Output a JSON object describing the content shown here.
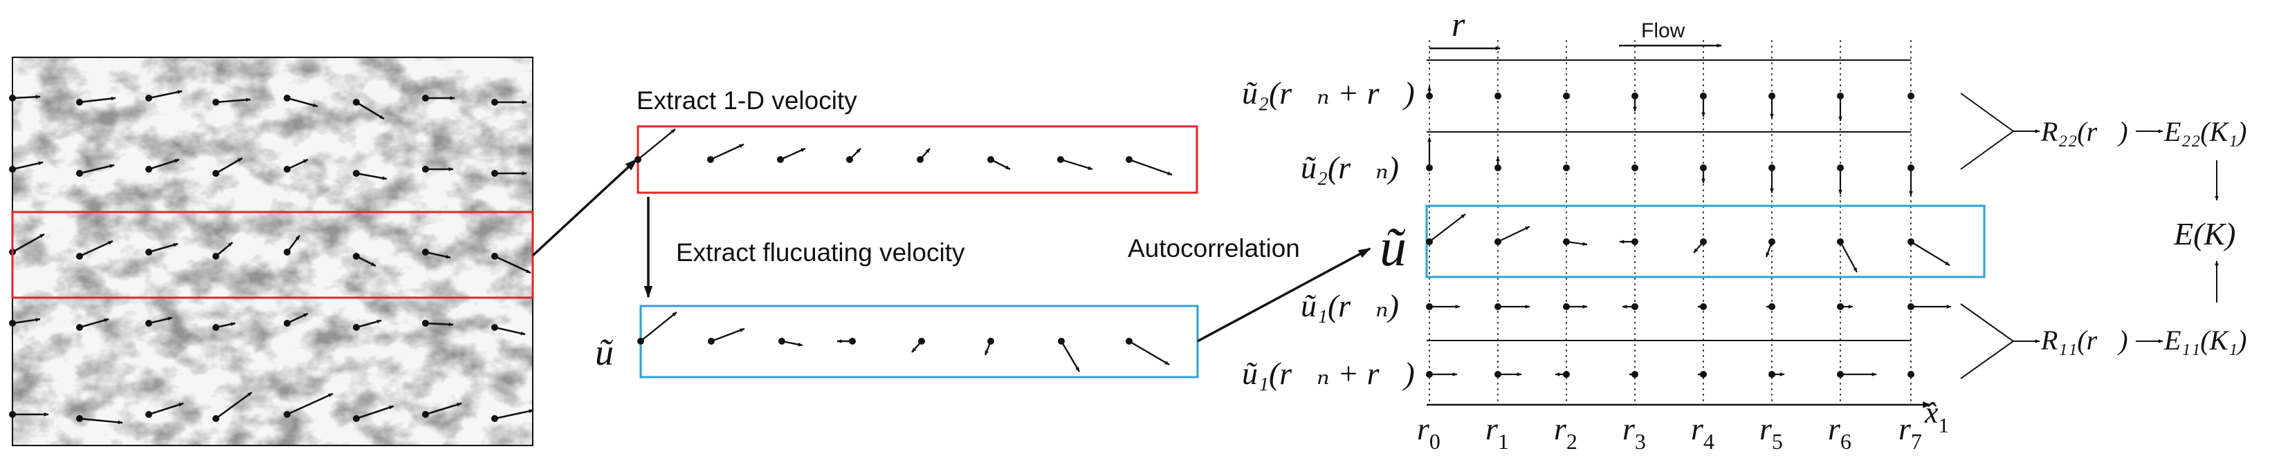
{
  "colors": {
    "red": "#e0262e",
    "blue": "#2aa2d6",
    "ink": "#111111",
    "field_light": "#f4f4f4",
    "field_dark": "#6a6a6a"
  },
  "labels": {
    "extract_1d": "Extract 1-D velocity",
    "extract_fluct": "Extract flucuating velocity",
    "autocorrelation": "Autocorrelation",
    "flow": "Flow",
    "u_tilde_small": "ũ",
    "u_tilde_big": "ũ",
    "r_vec": "r⃗",
    "x_hat": "x̂",
    "x_hat_sub": "1",
    "row_u2_rn_r": "ũ₂(r⃗ₙ + r⃗)",
    "row_u2_rn": "ũ₂(r⃗ₙ)",
    "row_u1_rn": "ũ₁(r⃗ₙ)",
    "row_u1_rn_r": "ũ₁(r⃗ₙ + r⃗)",
    "R22": "R₂₂(r⃗)",
    "E22": "E₂₂(K₁)",
    "R11": "R₁₁(r⃗)",
    "E11": "E₁₁(K₁)",
    "E_K": "E(K)",
    "r_ticks": [
      {
        "base": "r",
        "sub": "0"
      },
      {
        "base": "r",
        "sub": "1"
      },
      {
        "base": "r",
        "sub": "2"
      },
      {
        "base": "r",
        "sub": "3"
      },
      {
        "base": "r",
        "sub": "4"
      },
      {
        "base": "r",
        "sub": "5"
      },
      {
        "base": "r",
        "sub": "6"
      },
      {
        "base": "r",
        "sub": "7"
      }
    ]
  },
  "icons": {
    "arrow_right": "arrow-right-icon",
    "arrow_down": "arrow-down-icon",
    "arrow_up": "arrow-up-icon"
  }
}
